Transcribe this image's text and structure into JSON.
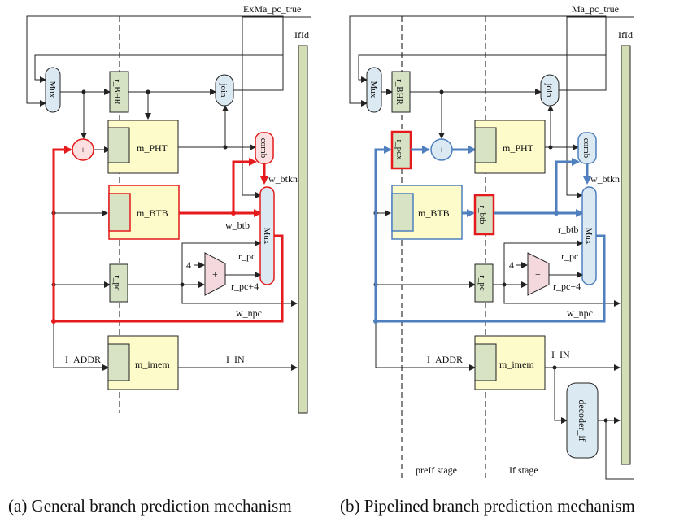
{
  "left": {
    "ifid": "IfId",
    "exma": "ExMa_pc_true",
    "mux": "Mux",
    "r_bhr": "r_BHR",
    "join": "join",
    "plus": "+",
    "m_pht": "m_PHT",
    "comb": "comb",
    "w_btkn": "w_btkn",
    "m_btb": "m_BTB",
    "w_btb": "w_btb",
    "mux2": "Mux",
    "four": "4",
    "r_pc_lbl": "r_pc",
    "plus2": "+",
    "r_pc_box": "r_pc",
    "r_pc4": "r_pc+4",
    "w_npc": "w_npc",
    "i_addr": "I_ADDR",
    "m_imem": "m_imem",
    "i_in": "I_IN"
  },
  "right": {
    "ifid": "IfId",
    "ma": "Ma_pc_true",
    "mux": "Mux",
    "r_bhr": "r_BHR",
    "join": "join",
    "r_pcx": "r_pcx",
    "plus": "+",
    "m_pht": "m_PHT",
    "comb": "comb",
    "w_btkn": "w_btkn",
    "m_btb": "m_BTB",
    "r_btb": "r_btb",
    "r_btb_lbl": "r_btb",
    "mux2": "Mux",
    "four": "4",
    "r_pc_lbl": "r_pc",
    "plus2": "+",
    "r_pc_box": "r_pc",
    "r_pc4": "r_pc+4",
    "w_npc": "w_npc",
    "i_addr": "I_ADDR",
    "m_imem": "m_imem",
    "i_in": "I_IN",
    "decoder": "decoder_if",
    "preif": "preIf stage",
    "ifstage": "If stage"
  },
  "captions": {
    "a": "(a) General branch prediction mechanism",
    "b": "(b) Pipelined branch prediction mechanism"
  },
  "colors": {
    "highlight_left": "#e41a1c",
    "highlight_right": "#4f7fbf",
    "memory_fill": "#fdfbc9",
    "register_fill": "#d5e3c4",
    "logic_fill": "#dbe9f3",
    "adder_fill": "#f3d9de",
    "pipeline_reg_fill": "#d3deb6"
  }
}
